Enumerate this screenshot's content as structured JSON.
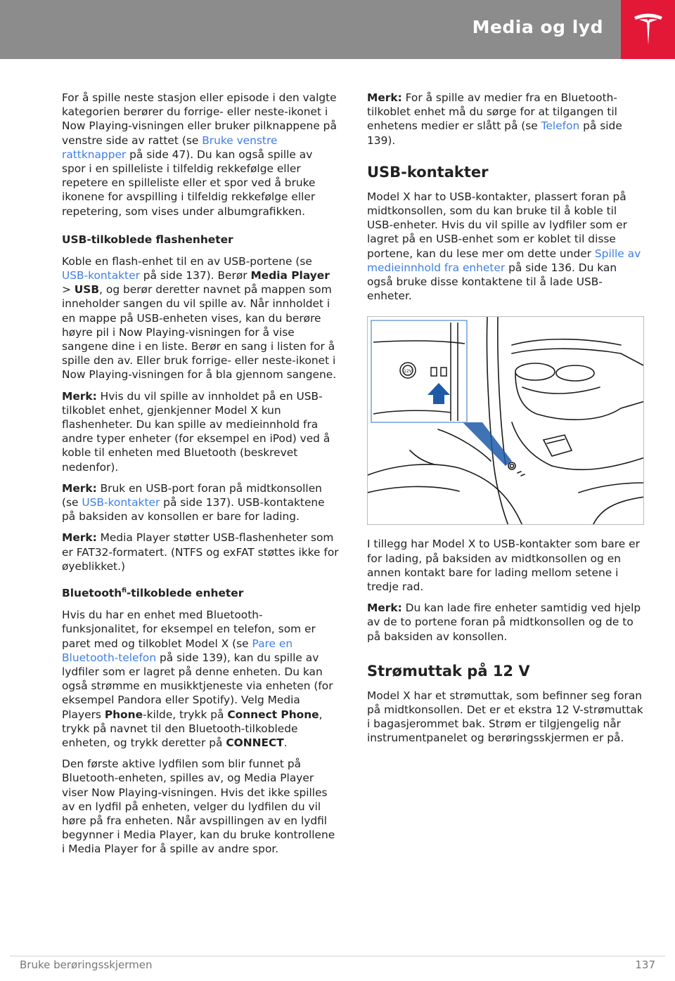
{
  "header": {
    "title": "Media og lyd",
    "accent_color": "#e31837",
    "bar_color": "#8c8c8c",
    "logo_icon": "tesla-logo-icon"
  },
  "left": {
    "p1": {
      "a": "For å spille neste stasjon eller episode i den valgte kategorien berører du forrige- eller neste-ikonet i Now Playing-visningen eller bruker pilknappene på venstre side av rattet (se ",
      "link": "Bruke venstre rattknapper",
      "b": " på side 47). Du kan også spille av spor i en spilleliste i tilfeldig rekkefølge eller repetere en spilleliste eller et spor ved å bruke ikonene for avspilling i tilfeldig rekkefølge eller repetering, som vises under albumgrafikken."
    },
    "h_usb": "USB-tilkoblede flashenheter",
    "p2": {
      "a": "Koble en flash-enhet til en av USB-portene (se ",
      "link": "USB-kontakter",
      "b": " på side 137). Berør ",
      "bold1": "Media Player",
      "c": " > ",
      "bold2": "USB",
      "d": ", og berør deretter navnet på mappen som inneholder sangen du vil spille av. Når innholdet i en mappe på USB-enheten vises, kan du berøre høyre pil i Now Playing-visningen for å vise sangene dine i en liste. Berør en sang i listen for å spille den av. Eller bruk forrige- eller neste-ikonet i Now Playing-visningen for å bla gjennom sangene."
    },
    "note1": {
      "label": "Merk:",
      "text": " Hvis du vil spille av innholdet på en USB-tilkoblet enhet, gjenkjenner Model X kun flashenheter. Du kan spille av medieinnhold fra andre typer enheter (for eksempel en iPod) ved å koble til enheten med Bluetooth (beskrevet nedenfor)."
    },
    "note2": {
      "label": "Merk:",
      "a": " Bruk en USB-port foran på midtkonsollen (se ",
      "link": "USB-kontakter",
      "b": " på side 137). USB-kontaktene på baksiden av konsollen er bare for lading."
    },
    "note3": {
      "label": "Merk:",
      "text": " Media Player støtter USB-flashenheter som er FAT32-formatert. (NTFS og exFAT støttes ikke for øyeblikket.)"
    },
    "h_bt": {
      "a": "Bluetooth",
      "sup": "fi",
      "b": "-tilkoblede enheter"
    },
    "p3": {
      "a": "Hvis du har en enhet med Bluetooth-funksjonalitet, for eksempel en telefon, som er paret med og tilkoblet Model X (se ",
      "link": "Pare en Bluetooth-telefon",
      "b": " på side 139), kan du spille av lydfiler som er lagret på denne enheten. Du kan også strømme en musikktjeneste via enheten (for eksempel Pandora eller Spotify). Velg Media Players ",
      "bold1": "Phone",
      "c": "-kilde, trykk på ",
      "bold2": "Connect Phone",
      "d": ", trykk på navnet til den Bluetooth-tilkoblede enheten, og trykk deretter på ",
      "bold3": "CONNECT",
      "e": "."
    },
    "p4": "Den første aktive lydfilen som blir funnet på Bluetooth-enheten, spilles av, og Media Player viser Now Playing-visningen. Hvis det ikke spilles av en lydfil på enheten, velger du lydfilen du vil høre på fra enheten. Når avspillingen av en lydfil begynner i Media Player, kan du bruke kontrollene i Media Player for å spille av andre spor."
  },
  "right": {
    "note_top": {
      "label": "Merk:",
      "a": " For å spille av medier fra en Bluetooth-tilkoblet enhet må du sørge for at tilgangen til enhetens medier er slått på (se ",
      "link": "Telefon",
      "b": " på side 139)."
    },
    "h_usb": "USB-kontakter",
    "p1": {
      "a": "Model X har to USB-kontakter, plassert foran på midtkonsollen, som du kan bruke til å koble til USB-enheter. Hvis du vil spille av lydfiler som er lagret på en USB-enhet som er koblet til disse portene, kan du lese mer om dette under ",
      "link": "Spille av medieinnhold fra enheter",
      "b": " på side 136. Du kan også bruke disse kontaktene til å lade USB-enheter."
    },
    "figure": {
      "socket_label": "12V"
    },
    "p2": "I tillegg har Model X to USB-kontakter som bare er for lading, på baksiden av midtkonsollen og en annen kontakt bare for lading mellom setene i tredje rad.",
    "note_bottom": {
      "label": "Merk:",
      "text": " Du kan lade fire enheter samtidig ved hjelp av de to portene foran på midtkonsollen og de to på baksiden av konsollen."
    },
    "h_12v": "Strømuttak på 12 V",
    "p3": "Model X har et strømuttak, som befinner seg foran på midtkonsollen. Det er et ekstra 12 V-strømuttak i bagasjerommet bak. Strøm er tilgjengelig når instrumentpanelet og berøringsskjermen er på."
  },
  "footer": {
    "section": "Bruke berøringsskjermen",
    "page": "137"
  },
  "colors": {
    "link": "#3e7ee6",
    "arrow": "#1f5aa8"
  }
}
